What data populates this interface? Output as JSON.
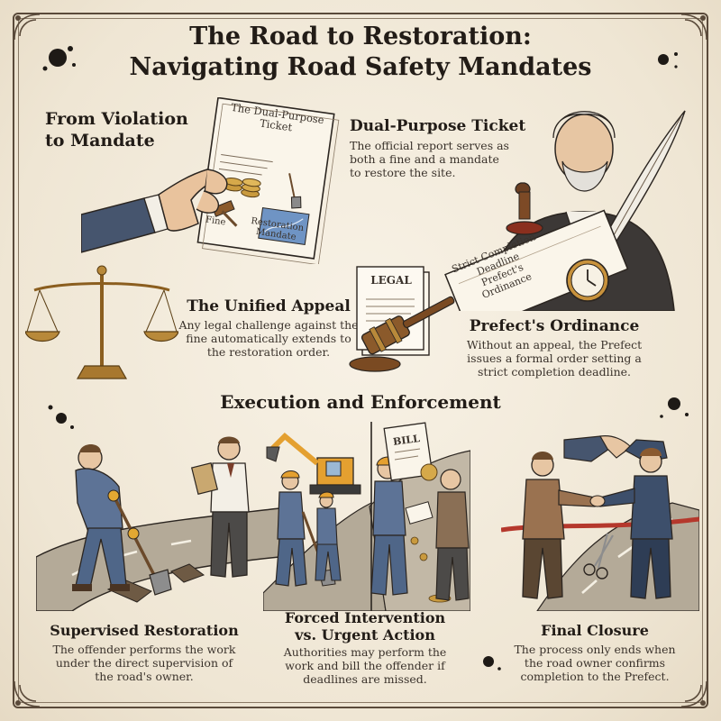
{
  "title_line1": "The Road to Restoration:",
  "title_line2": "Navigating Road Safety Mandates",
  "violation": {
    "heading_line1": "From Violation",
    "heading_line2": "to Mandate"
  },
  "ticket_illustration": {
    "title_line1": "The Dual-Purpose",
    "title_line2": "Ticket",
    "fine_label": "Fine",
    "restoration_label_line1": "Restoration",
    "restoration_label_line2": "Mandate"
  },
  "dual_ticket": {
    "heading": "Dual-Purpose Ticket",
    "body_lines": [
      "The official report serves as",
      "both a fine and a mandate",
      "to restore the site."
    ]
  },
  "ordinance_doc": {
    "line1": "Strict Completion",
    "line2": "Deadline",
    "line3": "Prefect's Ordinance"
  },
  "appeal": {
    "heading": "The Unified Appeal",
    "body_lines": [
      "Any legal challenge against the",
      "fine automatically extends to",
      "the restoration order."
    ],
    "legal_label": "LEGAL"
  },
  "prefect": {
    "heading": "Prefect's Ordinance",
    "body_lines": [
      "Without an appeal, the Prefect",
      "issues a formal order setting a",
      "strict completion deadline."
    ]
  },
  "execution_heading": "Execution and Enforcement",
  "supervised": {
    "heading": "Supervised Restoration",
    "body_lines": [
      "The offender performs the work",
      "under the direct supervision of",
      "the road's owner."
    ]
  },
  "forced": {
    "heading_line1": "Forced Intervention",
    "heading_line2": "vs. Urgent Action",
    "body_lines": [
      "Authorities may perform the",
      "work and bill the offender if",
      "deadlines are missed."
    ],
    "bill_label": "BILL"
  },
  "closure": {
    "heading": "Final Closure",
    "body_lines": [
      "The process only ends when",
      "the road owner confirms",
      "completion to the Prefect."
    ]
  },
  "colors": {
    "ink": "#2b2520",
    "parchment": "#f4ede0",
    "wood": "#8b5a2b",
    "brass": "#b8893a",
    "navy": "#3d4f6b",
    "workwear": "#5d7396"
  }
}
